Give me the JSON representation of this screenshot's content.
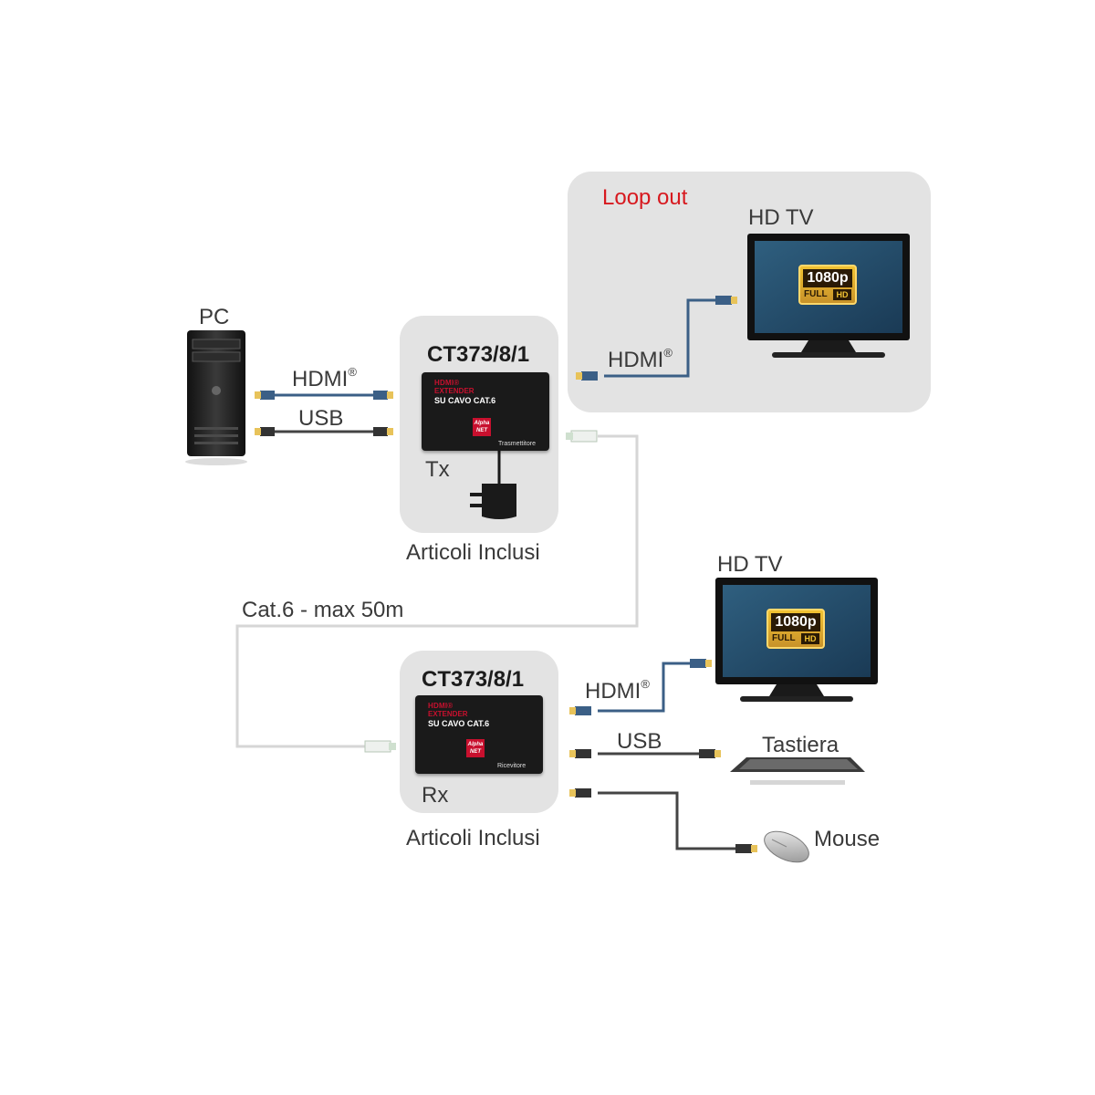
{
  "labels": {
    "pc": "PC",
    "hdmi": "HDMI",
    "registered": "®",
    "usb": "USB",
    "loop_out": "Loop out",
    "hd_tv": "HD TV",
    "model": "CT373/8/1",
    "tx": "Tx",
    "rx": "Rx",
    "articoli_inclusi": "Articoli Inclusi",
    "cable": "Cat.6 - max 50m",
    "tastiera": "Tastiera",
    "mouse": "Mouse"
  },
  "device": {
    "title_line1": "HDMI®",
    "title_line2": "EXTENDER",
    "subtitle": "SU CAVO CAT.6",
    "logo": "Alpha NET",
    "tx_role": "Trasmettitore",
    "rx_role": "Ricevitore"
  },
  "tv_badge": {
    "resolution": "1080p",
    "full": "FULL",
    "hd": "HD"
  },
  "colors": {
    "loop_out": "#d7191f",
    "panel": "#e3e3e3",
    "hdmi_cable": "#3b5f86",
    "usb_cable": "#444444",
    "ethernet_cable": "#d6d6d6",
    "connector_gold": "#e8c35a"
  },
  "icons": [
    "pc-tower-icon",
    "power-adapter-icon",
    "tv-icon",
    "keyboard-icon",
    "mouse-icon",
    "hdmi-connector-icon",
    "usb-connector-icon",
    "rj45-connector-icon"
  ]
}
